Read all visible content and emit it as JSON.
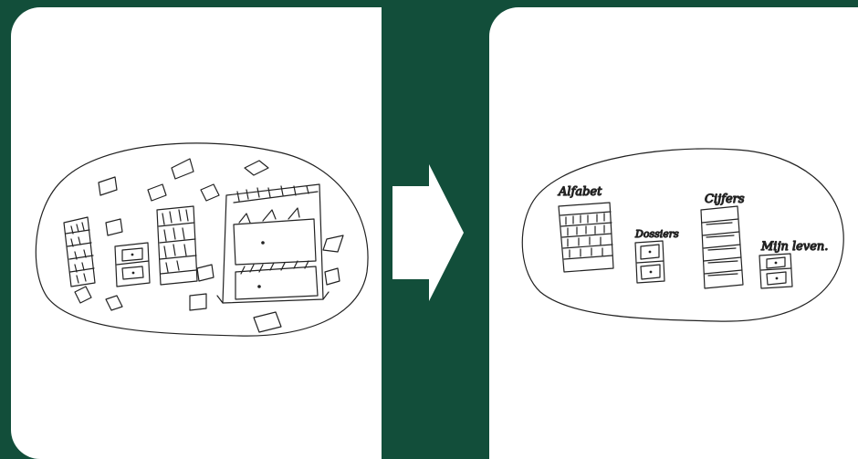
{
  "colors": {
    "background": "#124e3a",
    "panel": "#ffffff",
    "ink": "#222222",
    "arrow": "#ffffff"
  },
  "left_panel": {
    "content": "sketch of cluttered space: many shelves, cabinets and scattered papers"
  },
  "arrow": {
    "icon": "right-arrow-icon"
  },
  "right_panel": {
    "labels": {
      "shelf_a": "Alfabet",
      "cabinet_a": "Dossiers",
      "shelf_b": "Cijfers",
      "cabinet_b": "Mijn leven."
    }
  }
}
